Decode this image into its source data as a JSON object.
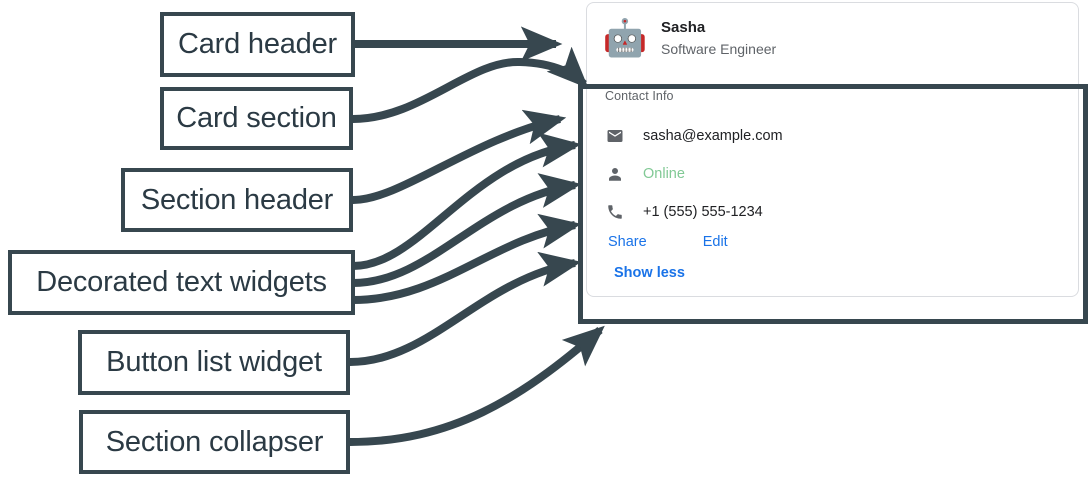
{
  "annotations": [
    {
      "id": "card-header",
      "label": "Card header"
    },
    {
      "id": "card-section",
      "label": "Card section"
    },
    {
      "id": "section-header",
      "label": "Section header"
    },
    {
      "id": "decorated-text",
      "label": "Decorated text widgets"
    },
    {
      "id": "button-list",
      "label": "Button list widget"
    },
    {
      "id": "section-collapser",
      "label": "Section collapser"
    }
  ],
  "card": {
    "header": {
      "avatar_icon": "robot-avatar-icon",
      "avatar_glyph": "🤖",
      "title": "Sasha",
      "subtitle": "Software Engineer"
    },
    "section": {
      "header": "Contact Info",
      "text_widgets": [
        {
          "icon": "email-icon",
          "text": "sasha@example.com",
          "style": "default"
        },
        {
          "icon": "person-icon",
          "text": "Online",
          "style": "status"
        },
        {
          "icon": "phone-icon",
          "text": "+1 (555) 555-1234",
          "style": "default"
        }
      ],
      "buttons": [
        {
          "label": "Share"
        },
        {
          "label": "Edit"
        }
      ],
      "collapser": {
        "label": "Show less"
      }
    }
  },
  "colors": {
    "annotation_stroke": "#37474f",
    "link_blue": "#1a73e8",
    "status_green": "#81c995",
    "muted_gray": "#5f6368",
    "text_dark": "#202124",
    "card_border": "#dadce0"
  }
}
